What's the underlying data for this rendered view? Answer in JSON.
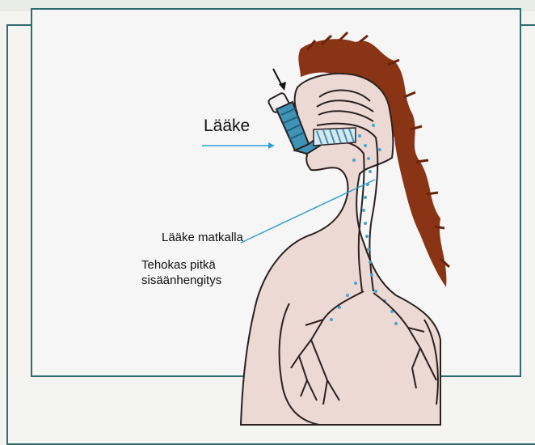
{
  "labels": {
    "medicine": "Lääke",
    "medicine_travelling": "Lääke matkalla",
    "breath_line1": "Tehokas pitkä",
    "breath_line2": "sisäänhengitys"
  },
  "colors": {
    "hair": "#8a3416",
    "skin": "#ecd9d4",
    "inhaler": "#3e93b7",
    "airway_dots": "#4aa3cf",
    "pointer": "#2f9fd8",
    "frame": "#2e6c6c",
    "outline": "#2a2020"
  },
  "icons": {
    "small_arrow": "down-right-arrow-icon"
  }
}
